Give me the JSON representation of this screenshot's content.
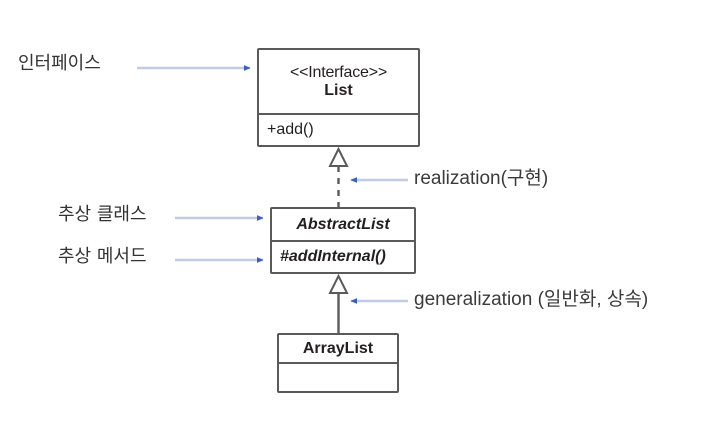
{
  "diagram": {
    "type": "uml-class-diagram",
    "background_color": "#ffffff",
    "box_border_color": "#5a5a5a",
    "annotation_arrow_color": "#3b5fc0",
    "annotation_line_color": "#c2cbe4",
    "classes": [
      {
        "id": "list",
        "stereotype": "<<Interface>>",
        "name": "List",
        "is_abstract": false,
        "members": [
          "+add()"
        ]
      },
      {
        "id": "abstract-list",
        "stereotype": "",
        "name": "AbstractList",
        "is_abstract": true,
        "members": [
          "#addInternal()"
        ]
      },
      {
        "id": "array-list",
        "stereotype": "",
        "name": "ArrayList",
        "is_abstract": false,
        "members": [
          ""
        ]
      }
    ],
    "relationships": [
      {
        "id": "realization",
        "kind": "realization",
        "line_style": "dashed",
        "arrow_head": "hollow-triangle",
        "from": "abstract-list",
        "to": "list"
      },
      {
        "id": "generalization",
        "kind": "generalization",
        "line_style": "solid",
        "arrow_head": "hollow-triangle",
        "from": "array-list",
        "to": "abstract-list"
      }
    ],
    "annotations": [
      {
        "id": "interface",
        "text": "인터페이스",
        "points_to": "list",
        "arrow_direction": "right"
      },
      {
        "id": "abstract-class",
        "text": "추상 클래스",
        "points_to": "abstract-list",
        "arrow_direction": "right"
      },
      {
        "id": "abstract-method",
        "text": "추상 메서드",
        "points_to": "abstract-list-member",
        "arrow_direction": "right"
      },
      {
        "id": "realization-note",
        "text": "realization(구현)",
        "points_to": "realization",
        "arrow_direction": "left"
      },
      {
        "id": "generalization-note",
        "text": "generalization (일반화, 상속)",
        "points_to": "generalization",
        "arrow_direction": "left"
      }
    ]
  }
}
